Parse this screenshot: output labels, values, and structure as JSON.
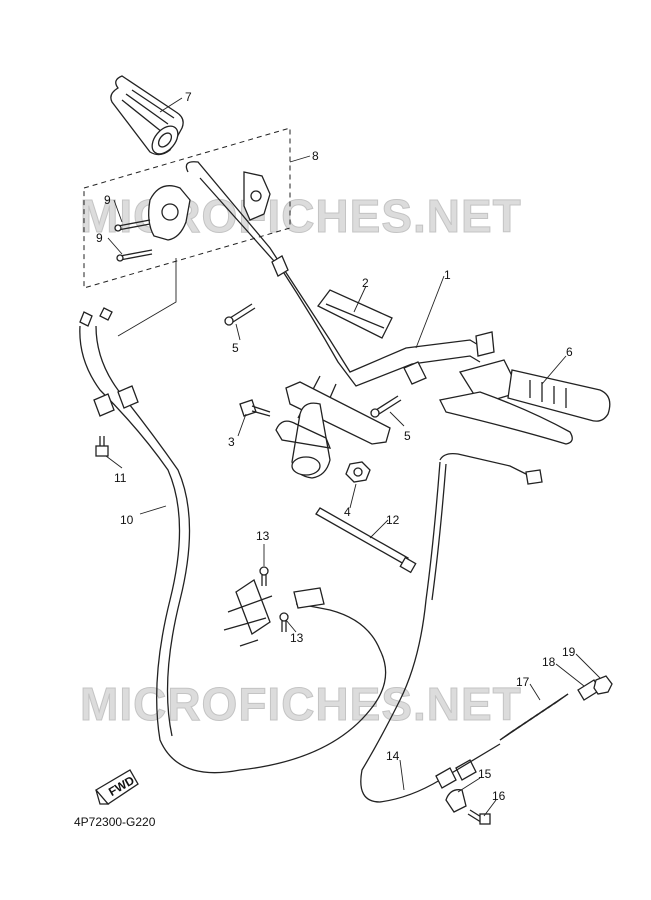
{
  "watermark": "MICROFICHES.NET",
  "diagram_code": "4P72300-G220",
  "fwd_label": "FWD",
  "callouts": {
    "c1": "1",
    "c2": "2",
    "c3": "3",
    "c4": "4",
    "c5a": "5",
    "c5b": "5",
    "c6": "6",
    "c7": "7",
    "c8": "8",
    "c9a": "9",
    "c9b": "9",
    "c10": "10",
    "c11": "11",
    "c12": "12",
    "c13a": "13",
    "c13b": "13",
    "c14": "14",
    "c15": "15",
    "c16": "16",
    "c17": "17",
    "c18": "18",
    "c19": "19"
  }
}
